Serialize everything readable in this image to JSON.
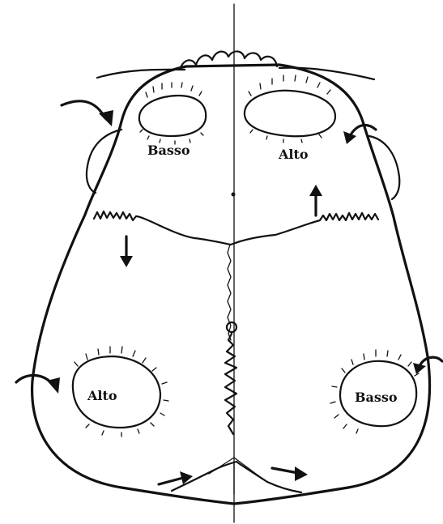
{
  "labels": {
    "frontal_left": "Basso",
    "frontal_right": "Alto",
    "occipital_left": "Alto",
    "occipital_right": "Basso"
  },
  "colors": {
    "ink": "#111111",
    "background": "#ffffff"
  }
}
